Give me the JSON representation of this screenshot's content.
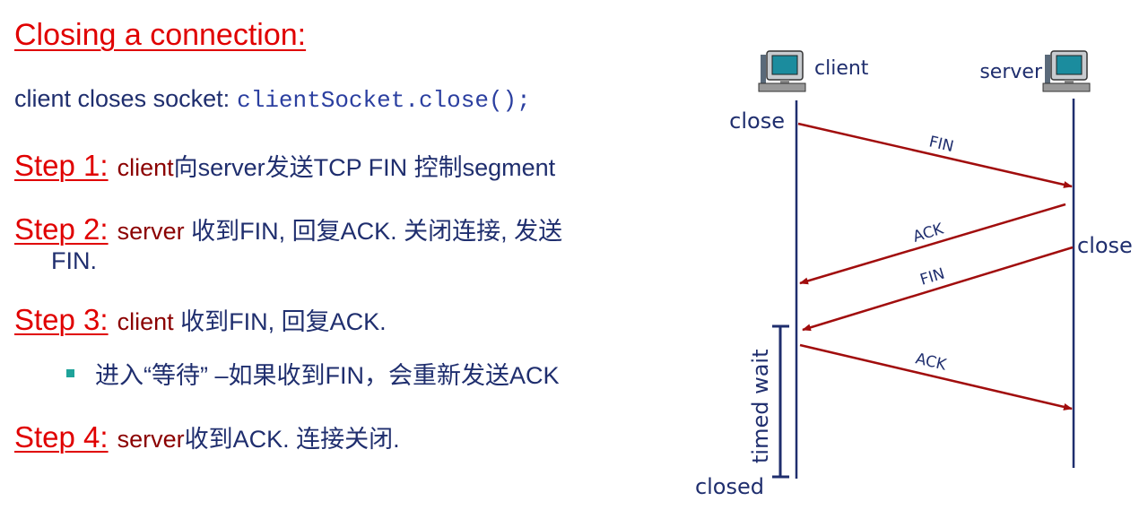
{
  "title": "Closing a connection:",
  "intro": {
    "text": "client closes socket:",
    "code": "clientSocket.close();"
  },
  "steps": [
    {
      "label": "Step 1:",
      "highlight": "client",
      "text": "向server发送TCP FIN 控制segment"
    },
    {
      "label": "Step 2:",
      "highlight": "server",
      "text": " 收到FIN, 回复ACK. 关闭连接, 发送",
      "continuation": "FIN."
    },
    {
      "label": "Step 3:",
      "highlight": "client",
      "text": " 收到FIN, 回复ACK."
    },
    {
      "label": "Step 4:",
      "highlight": "server",
      "text": "收到ACK. 连接关闭."
    }
  ],
  "bullet": "进入“等待” –如果收到FIN，会重新发送ACK",
  "diagram": {
    "client_label": "client",
    "server_label": "server",
    "client_close": "close",
    "server_close": "close",
    "timed_wait": "timed wait",
    "closed": "closed",
    "messages": [
      {
        "label": "FIN",
        "direction": "client-to-server"
      },
      {
        "label": "ACK",
        "direction": "server-to-client"
      },
      {
        "label": "FIN",
        "direction": "server-to-client"
      },
      {
        "label": "ACK",
        "direction": "client-to-server"
      }
    ],
    "colors": {
      "arrow": "#a10d0d",
      "timeline": "#1f2e6e",
      "heading": "#e00000",
      "text": "#1f2e6e"
    }
  }
}
